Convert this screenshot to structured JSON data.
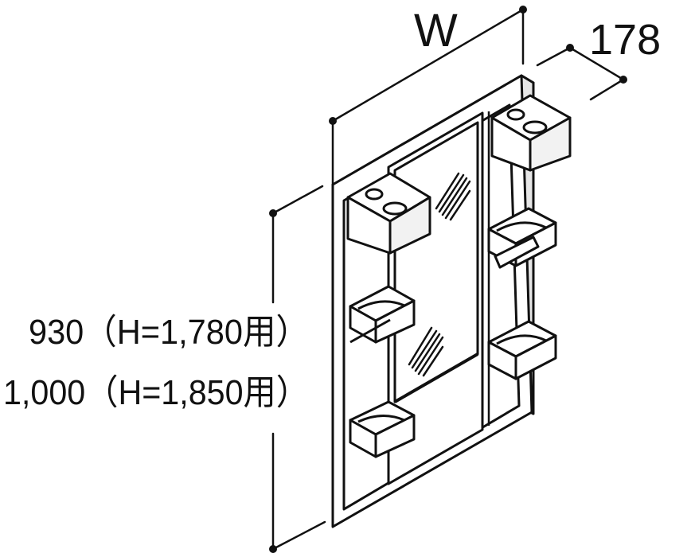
{
  "dimensions": {
    "width": {
      "label": "W"
    },
    "depth": {
      "label": "178"
    },
    "height": {
      "line1": "930（H=1,780用）",
      "line2": "1,000（H=1,850用）"
    }
  },
  "colors": {
    "line": "#111111",
    "panel": "#ffffff",
    "side_shade": "#e6e6e6",
    "mirror_hatch": "#111111"
  },
  "icon_names": [
    "mirror-cabinet",
    "shelf-tray",
    "cup-holder",
    "dimension-arrow-dot"
  ]
}
